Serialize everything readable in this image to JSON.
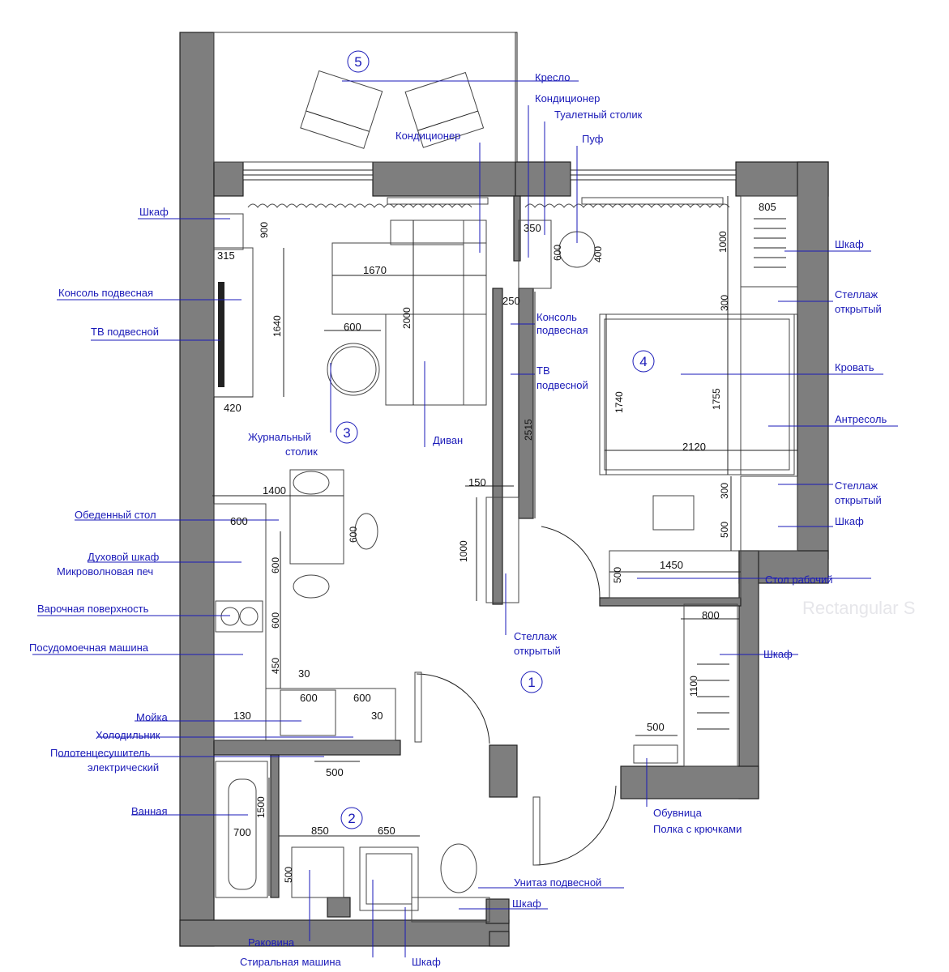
{
  "room_numbers": [
    "5",
    "3",
    "4",
    "1",
    "2"
  ],
  "labels": {
    "kreslo": "Кресло",
    "kondicioner_1": "Кондиционер",
    "tualetny_stolik": "Туалетный столик",
    "kondicioner_2": "Кондиционер",
    "puf": "Пуф",
    "shkaf_tl": "Шкаф",
    "shkaf_tr": "Шкаф",
    "konsol_left": "Консоль подвесная",
    "stellazh_1": "Стеллаж",
    "otkryty_1": "открытый",
    "tv_left": "ТВ подвесной",
    "konsol_mid_1": "Консоль",
    "konsol_mid_2": "подвесная",
    "tv_mid_1": "ТВ",
    "tv_mid_2": "подвесной",
    "krovat": "Кровать",
    "antresol": "Антресоль",
    "zhurnalny_1": "Журнальный",
    "zhurnalny_2": "столик",
    "divan": "Диван",
    "stellazh_2": "Стеллаж",
    "otkryty_2": "открытый",
    "shkaf_r2": "Шкаф",
    "obedenny": "Обеденный стол",
    "duhovoy": "Духовой шкаф",
    "mikrovolnovaya": "Микроволновая печ",
    "stol_rabochiy": "Стол рабочий",
    "varochnaya": "Варочная поверхность",
    "stellazh_3": "Стеллаж",
    "otkryty_3": "открытый",
    "posudomoechnaya": "Посудомоечная машина",
    "shkaf_r3": "Шкаф",
    "moyka": "Мойка",
    "holodilnik": "Холодильник",
    "polotence_1": "Полотенцесушитель",
    "polotence_2": "электрический",
    "obuvnica": "Обувница",
    "polka": "Полка с крючками",
    "vannaya": "Ванная",
    "unitaz": "Унитаз подвесной",
    "shkaf_bath": "Шкаф",
    "rakovina": "Раковина",
    "stiralnaya": "Стиральная машина",
    "shkaf_bottom": "Шкаф"
  },
  "dims": {
    "d900": "900",
    "d315": "315",
    "d1670": "1670",
    "d1640": "1640",
    "d2000": "2000",
    "d600a": "600",
    "d420": "420",
    "d350": "350",
    "d600b": "600",
    "d400": "400",
    "d805": "805",
    "d1000a": "1000",
    "d250": "250",
    "d300a": "300",
    "d1740": "1740",
    "d1755": "1755",
    "d2515": "2515",
    "d2120": "2120",
    "d1400": "1400",
    "d150": "150",
    "d300b": "300",
    "d500a": "500",
    "d600c": "600",
    "d600d": "600",
    "d1000b": "1000",
    "d600e": "600",
    "d1450": "1450",
    "d500b": "500",
    "d600f": "600",
    "d450": "450",
    "d30a": "30",
    "d800": "800",
    "d600g": "600",
    "d600h": "600",
    "d130": "130",
    "d30b": "30",
    "d500c": "500",
    "d1100": "1100",
    "d500d": "500",
    "d1500": "1500",
    "d850": "850",
    "d650": "650",
    "d700": "700",
    "d500e": "500"
  },
  "watermark": "Rectangular S"
}
